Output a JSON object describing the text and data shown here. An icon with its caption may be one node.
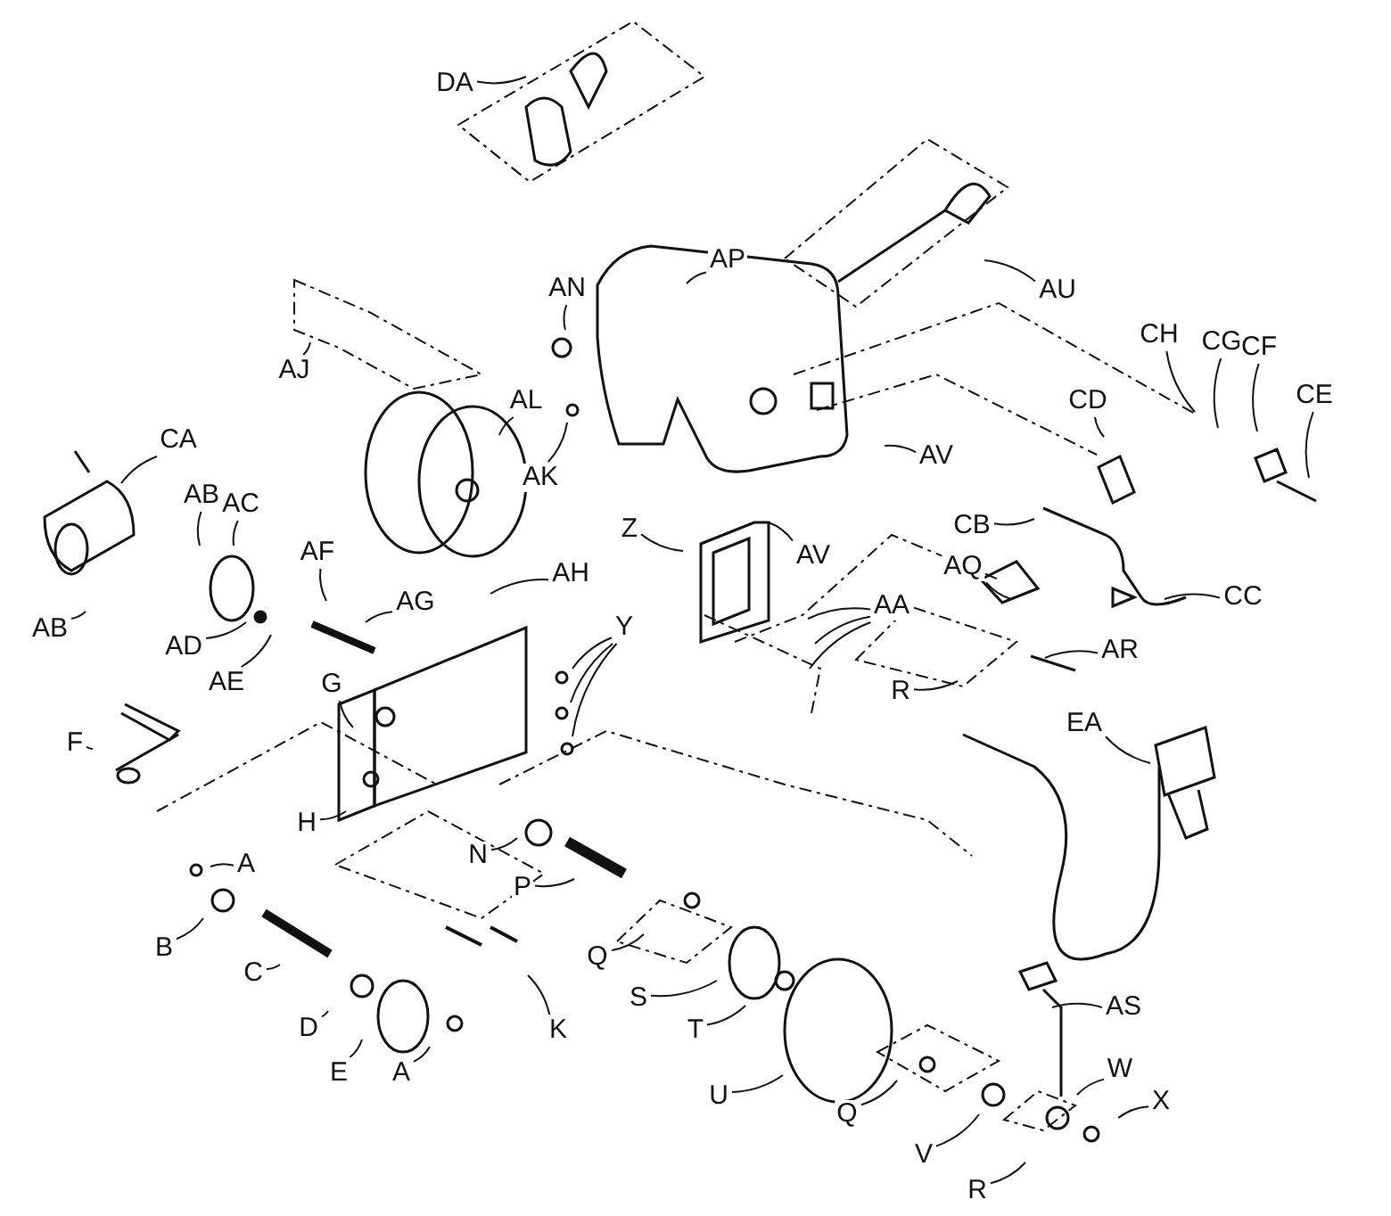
{
  "diagram": {
    "nodes": [
      {
        "text": [
          "DA"
        ]
      },
      {
        "text": [
          "AP"
        ]
      },
      {
        "text": [
          "AN"
        ]
      },
      {
        "text": [
          "AU"
        ]
      },
      {
        "text": [
          "AJ"
        ]
      },
      {
        "text": [
          "AL"
        ]
      },
      {
        "text": [
          "AK"
        ]
      },
      {
        "text": [
          "CH"
        ]
      },
      {
        "text": [
          "CG"
        ]
      },
      {
        "text": [
          "CF"
        ]
      },
      {
        "text": [
          "CE"
        ]
      },
      {
        "text": [
          "CD"
        ]
      },
      {
        "text": [
          "AV"
        ]
      },
      {
        "text": [
          "CA"
        ]
      },
      {
        "text": [
          "AB"
        ]
      },
      {
        "text": [
          "AC"
        ]
      },
      {
        "text": [
          "CB"
        ]
      },
      {
        "text": [
          "AV"
        ]
      },
      {
        "text": [
          "AF"
        ]
      },
      {
        "text": [
          "AH"
        ]
      },
      {
        "text": [
          "AG"
        ]
      },
      {
        "text": [
          "Z"
        ]
      },
      {
        "text": [
          "CC"
        ]
      },
      {
        "text": [
          "AQ"
        ]
      },
      {
        "text": [
          "AA"
        ]
      },
      {
        "text": [
          "AR"
        ]
      },
      {
        "text": [
          "AB"
        ]
      },
      {
        "text": [
          "AD"
        ]
      },
      {
        "text": [
          "AE"
        ]
      },
      {
        "text": [
          "Y"
        ]
      },
      {
        "text": [
          "G"
        ]
      },
      {
        "text": [
          "F"
        ]
      },
      {
        "text": [
          "R"
        ]
      },
      {
        "text": [
          "EA"
        ]
      },
      {
        "text": [
          "H"
        ]
      },
      {
        "text": [
          "A"
        ]
      },
      {
        "text": [
          "N"
        ]
      },
      {
        "text": [
          "B"
        ]
      },
      {
        "text": [
          "P"
        ]
      },
      {
        "text": [
          "Q"
        ]
      },
      {
        "text": [
          "S"
        ]
      },
      {
        "text": [
          "C"
        ]
      },
      {
        "text": [
          "T"
        ]
      },
      {
        "text": [
          "K"
        ]
      },
      {
        "text": [
          "AS"
        ]
      },
      {
        "text": [
          "D"
        ]
      },
      {
        "text": [
          "U"
        ]
      },
      {
        "text": [
          "W"
        ]
      },
      {
        "text": [
          "E"
        ]
      },
      {
        "text": [
          "A"
        ]
      },
      {
        "text": [
          "Q"
        ]
      },
      {
        "text": [
          "X"
        ]
      },
      {
        "text": [
          "V"
        ]
      },
      {
        "text": [
          "R"
        ]
      }
    ],
    "edges": [
      {
        "from": 0,
        "to": null,
        "arrow": "none"
      },
      {
        "from": 1,
        "to": null,
        "arrow": "none"
      },
      {
        "from": 2,
        "to": null,
        "arrow": "none"
      },
      {
        "from": 3,
        "to": null,
        "arrow": "none"
      },
      {
        "from": 4,
        "to": null,
        "arrow": "none"
      },
      {
        "from": 5,
        "to": null,
        "arrow": "none"
      },
      {
        "from": 6,
        "to": null,
        "arrow": "none"
      },
      {
        "from": 7,
        "to": null,
        "arrow": "none"
      },
      {
        "from": 8,
        "to": null,
        "arrow": "none"
      },
      {
        "from": 9,
        "to": null,
        "arrow": "none"
      },
      {
        "from": 10,
        "to": null,
        "arrow": "none"
      },
      {
        "from": 11,
        "to": null,
        "arrow": "none"
      },
      {
        "from": 12,
        "to": null,
        "arrow": "none"
      },
      {
        "from": 13,
        "to": null,
        "arrow": "none"
      },
      {
        "from": 14,
        "to": null,
        "arrow": "none"
      },
      {
        "from": 15,
        "to": null,
        "arrow": "none"
      },
      {
        "from": 16,
        "to": null,
        "arrow": "none"
      },
      {
        "from": 17,
        "to": null,
        "arrow": "none"
      },
      {
        "from": 18,
        "to": null,
        "arrow": "none"
      },
      {
        "from": 19,
        "to": null,
        "arrow": "none"
      },
      {
        "from": 20,
        "to": null,
        "arrow": "none"
      },
      {
        "from": 21,
        "to": null,
        "arrow": "none"
      },
      {
        "from": 22,
        "to": null,
        "arrow": "none"
      },
      {
        "from": 23,
        "to": null,
        "arrow": "none"
      },
      {
        "from": 24,
        "to": null,
        "arrow": "none"
      },
      {
        "from": 24,
        "to": null,
        "arrow": "none"
      },
      {
        "from": 24,
        "to": null,
        "arrow": "none"
      },
      {
        "from": 25,
        "to": null,
        "arrow": "none"
      },
      {
        "from": 26,
        "to": null,
        "arrow": "none"
      },
      {
        "from": 27,
        "to": null,
        "arrow": "none"
      },
      {
        "from": 28,
        "to": null,
        "arrow": "none"
      },
      {
        "from": 29,
        "to": null,
        "arrow": "none"
      },
      {
        "from": 29,
        "to": null,
        "arrow": "none"
      },
      {
        "from": 29,
        "to": null,
        "arrow": "none"
      },
      {
        "from": 30,
        "to": null,
        "arrow": "none"
      },
      {
        "from": 31,
        "to": null,
        "arrow": "none"
      },
      {
        "from": 32,
        "to": null,
        "arrow": "none"
      },
      {
        "from": 33,
        "to": null,
        "arrow": "none"
      },
      {
        "from": 34,
        "to": null,
        "arrow": "none"
      },
      {
        "from": 35,
        "to": null,
        "arrow": "none"
      },
      {
        "from": 36,
        "to": null,
        "arrow": "none"
      },
      {
        "from": 37,
        "to": null,
        "arrow": "none"
      },
      {
        "from": 38,
        "to": null,
        "arrow": "none"
      },
      {
        "from": 39,
        "to": null,
        "arrow": "none"
      },
      {
        "from": 40,
        "to": null,
        "arrow": "none"
      },
      {
        "from": 41,
        "to": null,
        "arrow": "none"
      },
      {
        "from": 42,
        "to": null,
        "arrow": "none"
      },
      {
        "from": 43,
        "to": null,
        "arrow": "none"
      },
      {
        "from": 44,
        "to": null,
        "arrow": "none"
      },
      {
        "from": 45,
        "to": null,
        "arrow": "none"
      },
      {
        "from": 46,
        "to": null,
        "arrow": "none"
      },
      {
        "from": 47,
        "to": null,
        "arrow": "none"
      },
      {
        "from": 48,
        "to": null,
        "arrow": "none"
      },
      {
        "from": 49,
        "to": null,
        "arrow": "none"
      },
      {
        "from": 50,
        "to": null,
        "arrow": "none"
      },
      {
        "from": 51,
        "to": null,
        "arrow": "none"
      },
      {
        "from": 52,
        "to": null,
        "arrow": "none"
      },
      {
        "from": 53,
        "to": null,
        "arrow": "none"
      }
    ]
  }
}
